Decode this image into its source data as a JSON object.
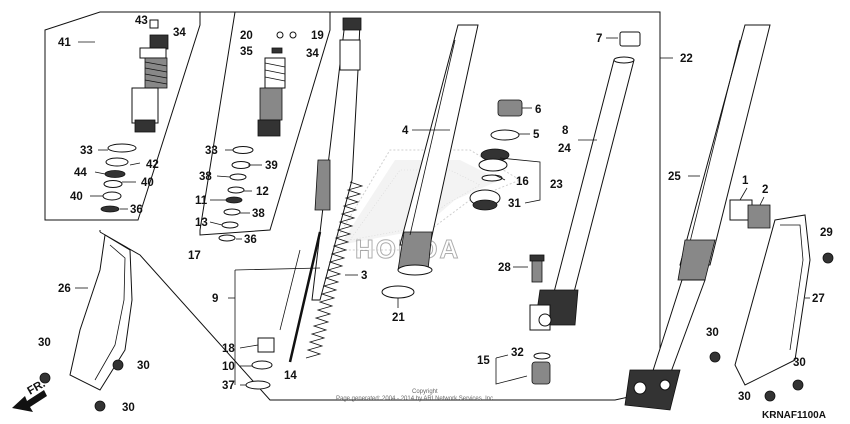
{
  "diagram_code": "KRNAF1100A",
  "copyright_line1": "Copyright",
  "copyright_line2": "Page generated: 2004 - 2014 by ARI Network Services, Inc.",
  "front_marker": "FR.",
  "watermark_text": "HONDA",
  "labels": {
    "l43": "43",
    "l34a": "34",
    "l41": "41",
    "l33a": "33",
    "l42": "42",
    "l44": "44",
    "l40a": "40",
    "l40b": "40",
    "l36a": "36",
    "l20": "20",
    "l19": "19",
    "l35": "35",
    "l34b": "34",
    "l33b": "33",
    "l39": "39",
    "l38a": "38",
    "l12": "12",
    "l11": "11",
    "l38b": "38",
    "l13": "13",
    "l36b": "36",
    "l17": "17",
    "l9": "9",
    "l18": "18",
    "l10": "10",
    "l37": "37",
    "l14": "14",
    "l3": "3",
    "l4": "4",
    "l21": "21",
    "l6": "6",
    "l5": "5",
    "l8": "8",
    "l24": "24",
    "l16": "16",
    "l23": "23",
    "l31": "31",
    "l28": "28",
    "l7": "7",
    "l22": "22",
    "l25": "25",
    "l1": "1",
    "l2": "2",
    "l29": "29",
    "l27": "27",
    "l26": "26",
    "l30a": "30",
    "l30b": "30",
    "l30c": "30",
    "l30d": "30",
    "l30e": "30",
    "l30f": "30",
    "l15": "15",
    "l32": "32"
  }
}
